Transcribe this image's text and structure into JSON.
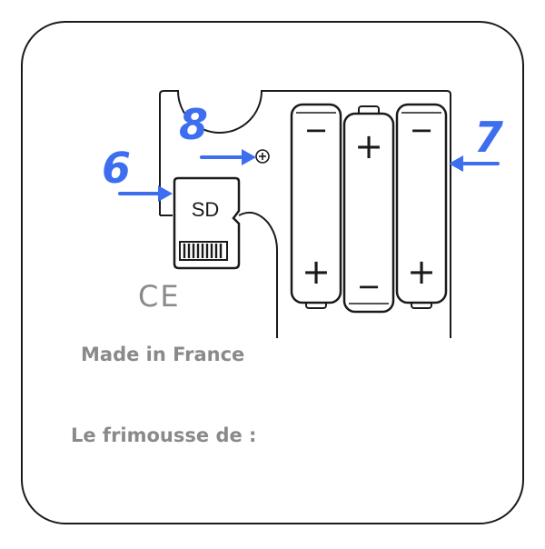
{
  "callouts": {
    "six": "6",
    "seven": "7",
    "eight": "8"
  },
  "sd_card": {
    "label": "SD"
  },
  "batteries": [
    {
      "top_symbol": "−",
      "bottom_symbol": "+"
    },
    {
      "top_symbol": "+",
      "bottom_symbol": "−"
    },
    {
      "top_symbol": "−",
      "bottom_symbol": "+"
    }
  ],
  "ce_mark": "CE",
  "made_in": "Made in France",
  "owner_label": "Le frimousse de :",
  "colors": {
    "callout": "#3d6ef0",
    "outline": "#1a1a1a",
    "text_gray": "#8a8a8a"
  },
  "icons": {
    "screw": "screw-plus-icon",
    "arrow": "arrow-right-icon"
  }
}
